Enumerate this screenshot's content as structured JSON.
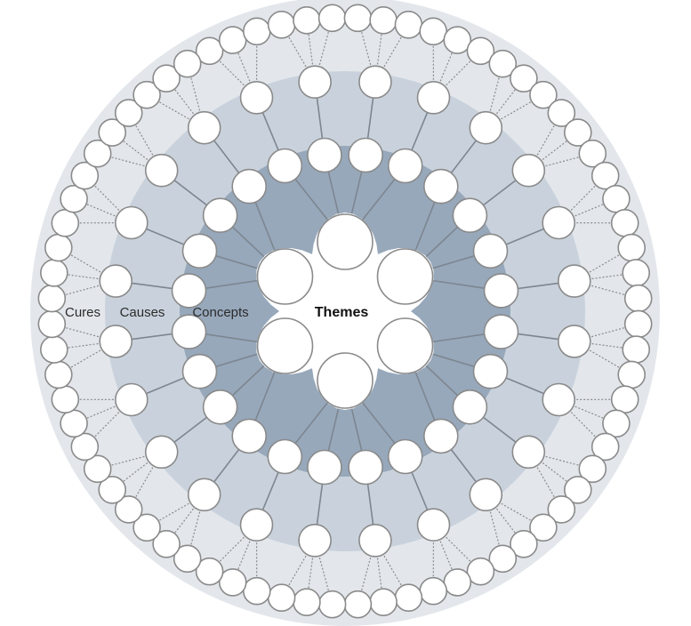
{
  "center_label": "Themes",
  "ring_labels": {
    "concepts": "Concepts",
    "causes": "Causes",
    "cures": "Cures"
  },
  "structure": {
    "themes": 6,
    "concepts_per_theme": 4,
    "causes_per_concept": 1,
    "cures_per_cause": 3
  },
  "colors": {
    "concepts_band": "#97a8bb",
    "causes_band": "#c9d2dc",
    "cures_band": "#e3e7ec",
    "node_fill": "#ffffff",
    "node_stroke": "#8a8a8a",
    "solid_link": "#7d8690",
    "dotted_link": "#8a8a8a"
  }
}
